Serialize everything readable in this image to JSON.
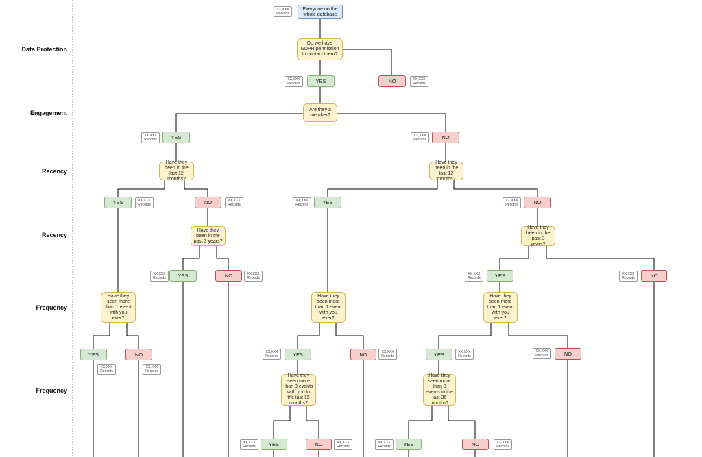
{
  "row_labels": {
    "data_protection": "Data Protection",
    "engagement": "Engagement",
    "recency_1": "Recency",
    "recency_2": "Recency",
    "frequency_1": "Frequency",
    "frequency_2": "Frequency"
  },
  "records": {
    "count": "XX,XXX",
    "unit": "Records"
  },
  "nodes": {
    "start": "Everyone on the whole database",
    "q_gdpr": "Do we have GDPR permission to contact them?",
    "q_member": "Are they a member?",
    "q_m_recent12": "Have they been in the last 12 months?",
    "q_nm_recent12": "Have they been in the last 12 months?",
    "q_m_recent3y": "Have they been in the past 3 years?",
    "q_nm_recent3y": "Have they been in the past 3 years?",
    "q_freq_a": "Have they seen more than 1 event with you ever?",
    "q_freq_b": "Have they seen more than 1 event with you ever?",
    "q_freq_c": "Have they seen more than 1 event with you ever?",
    "q_freq3_12": "Have they seen more than 3 events with you in the last 12 months?",
    "q_freq3_36": "Have they seen more than 3 events in the last 36 months?",
    "yes": "YES",
    "no": "NO"
  },
  "colors": {
    "start_fill": "#dae8fc",
    "question_fill": "#fff2cc",
    "yes_fill": "#d5e8d4",
    "no_fill": "#f8cecc",
    "line": "#000000"
  }
}
